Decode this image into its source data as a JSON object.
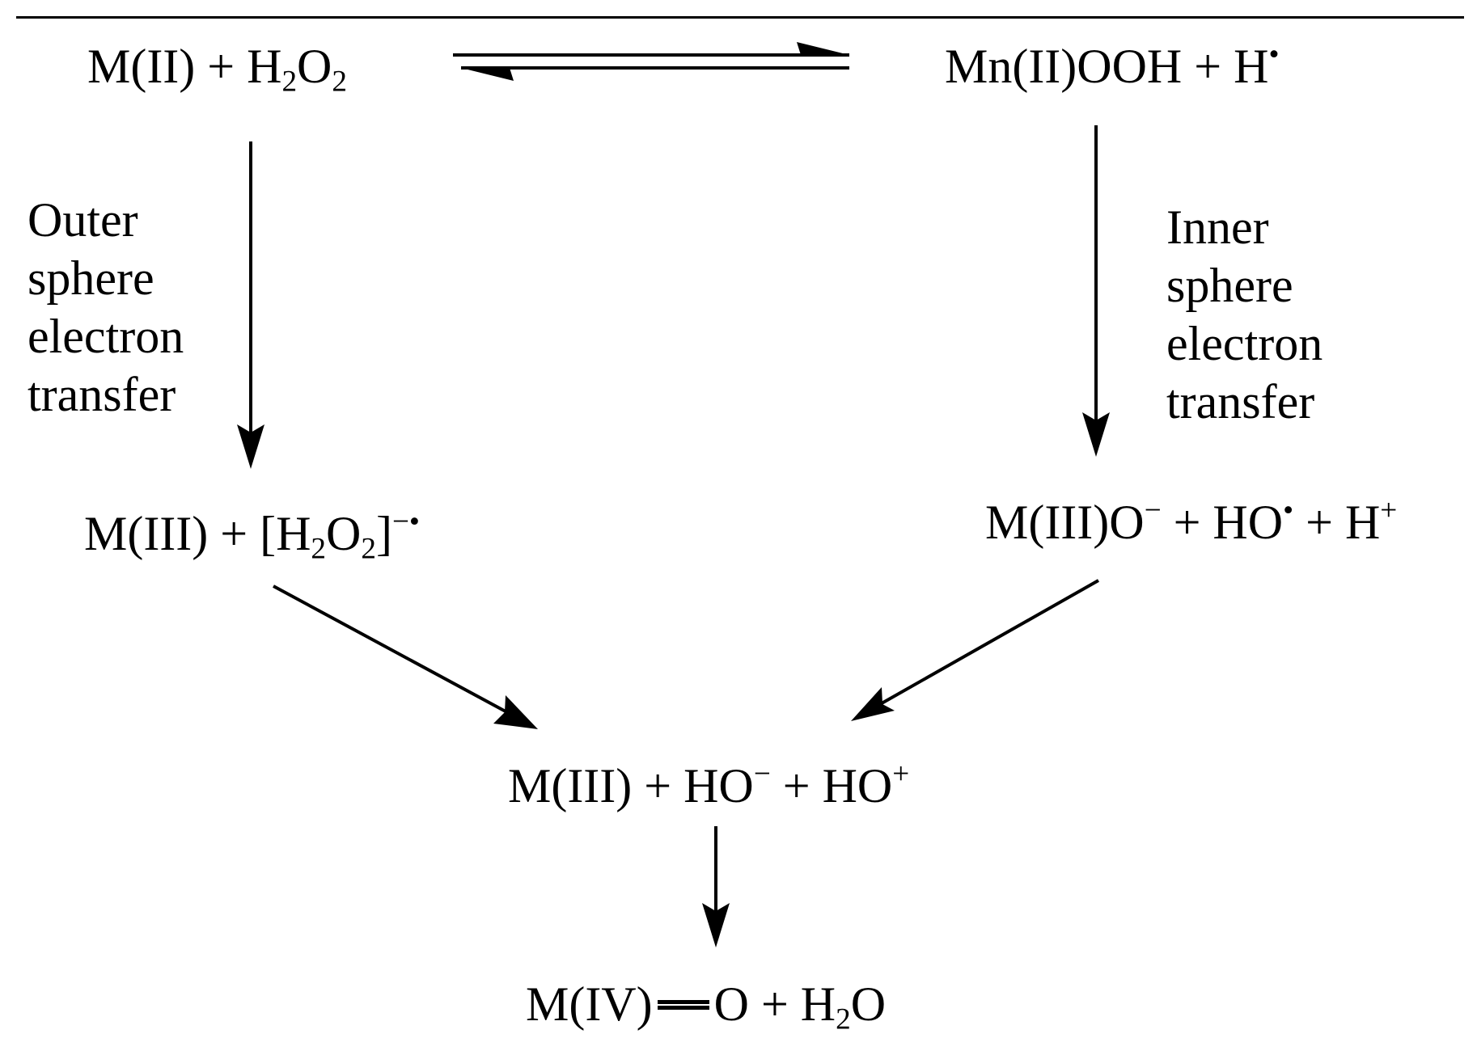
{
  "species": {
    "reactant": {
      "prefix": "M(II) + H",
      "sub1": "2",
      "mid": "O",
      "sub2": "2"
    },
    "inner_intermediate": {
      "text": "Mn(II)OOH + H",
      "sup": "•"
    },
    "outer_product": {
      "prefix": "M(III) + [H",
      "sub1": "2",
      "mid": "O",
      "sub2": "2",
      "close": "]",
      "sup": "−•"
    },
    "inner_product": {
      "p1": "M(III)O",
      "sup1": "−",
      "p2": "+ HO",
      "sup2": "•",
      "p3": "+ H",
      "sup3": "+"
    },
    "combined": {
      "p1": "M(III) + HO",
      "sup1": "−",
      "p2": "+ HO",
      "sup2": "+"
    },
    "final": {
      "p1": "M(IV)",
      "p2": "O + H",
      "sub": "2",
      "p3": "O"
    }
  },
  "labels": {
    "outer": [
      "Outer",
      "sphere",
      "electron",
      "transfer"
    ],
    "inner": [
      "Inner",
      "sphere",
      "electron",
      "transfer"
    ]
  }
}
